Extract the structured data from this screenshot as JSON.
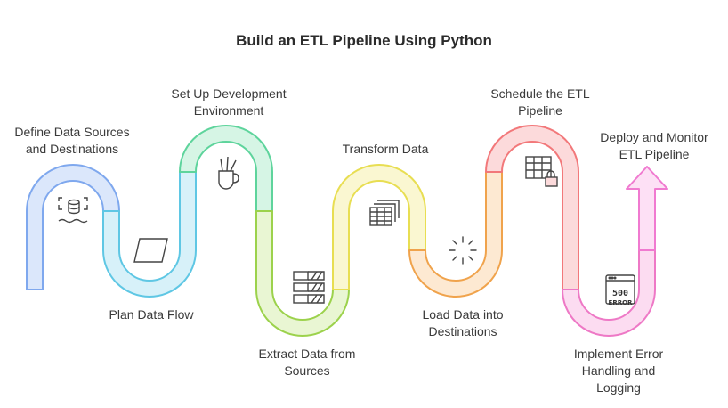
{
  "title": "Build an ETL Pipeline Using Python",
  "steps": [
    {
      "label": "Define Data Sources\nand Destinations",
      "icon": "database-settings-icon",
      "color": "#7fa8ee",
      "fill": "#dbe7fb"
    },
    {
      "label": "Plan Data Flow",
      "icon": "parallelogram-icon",
      "color": "#5fc7e4",
      "fill": "#d7f1f9"
    },
    {
      "label": "Set Up Development\nEnvironment",
      "icon": "pencil-cup-icon",
      "color": "#5ed49c",
      "fill": "#d6f5e5"
    },
    {
      "label": "Extract Data from\nSources",
      "icon": "stacked-bars-icon",
      "color": "#9cd24c",
      "fill": "#e9f6d3"
    },
    {
      "label": "Transform Data",
      "icon": "table-stack-icon",
      "color": "#e8de52",
      "fill": "#faf7d1"
    },
    {
      "label": "Load Data into\nDestinations",
      "icon": "loading-spinner-icon",
      "color": "#f0a34c",
      "fill": "#fde9d2"
    },
    {
      "label": "Schedule the ETL\nPipeline",
      "icon": "table-lock-icon",
      "color": "#f2787a",
      "fill": "#fcdadb"
    },
    {
      "label": "Implement Error\nHandling and\nLogging",
      "icon": "error-500-icon",
      "color": "#ee79c6",
      "fill": "#fcdcf1"
    },
    {
      "label": "Deploy and Monitor\nETL Pipeline",
      "icon": "arrow-up-icon",
      "color": "#f07ad0",
      "fill": "#fde0f5"
    }
  ],
  "icon_text": {
    "error_code": "500",
    "error_word": "ERROR"
  }
}
